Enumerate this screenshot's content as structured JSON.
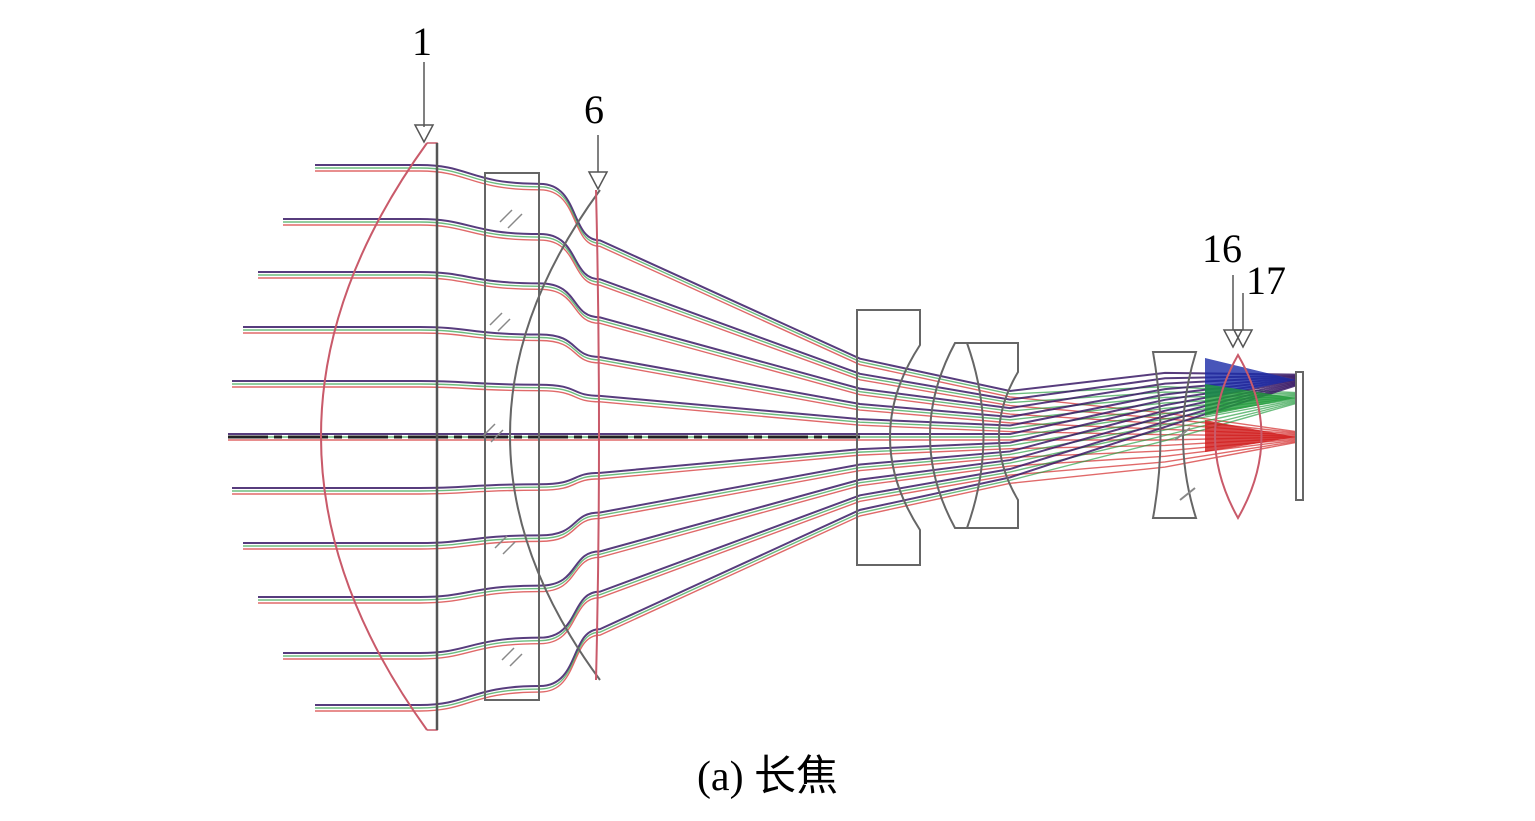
{
  "labels": {
    "surface_1": "1",
    "surface_6": "6",
    "surface_16": "16",
    "surface_17": "17"
  },
  "caption": "(a) 长焦",
  "colors": {
    "lens_red": "#c95a6a",
    "lens_gray": "#666666",
    "ray_blue": "#1a2aa8",
    "ray_green": "#1f9a3a",
    "ray_red": "#d01818",
    "ray_purple": "#3a1a66"
  }
}
